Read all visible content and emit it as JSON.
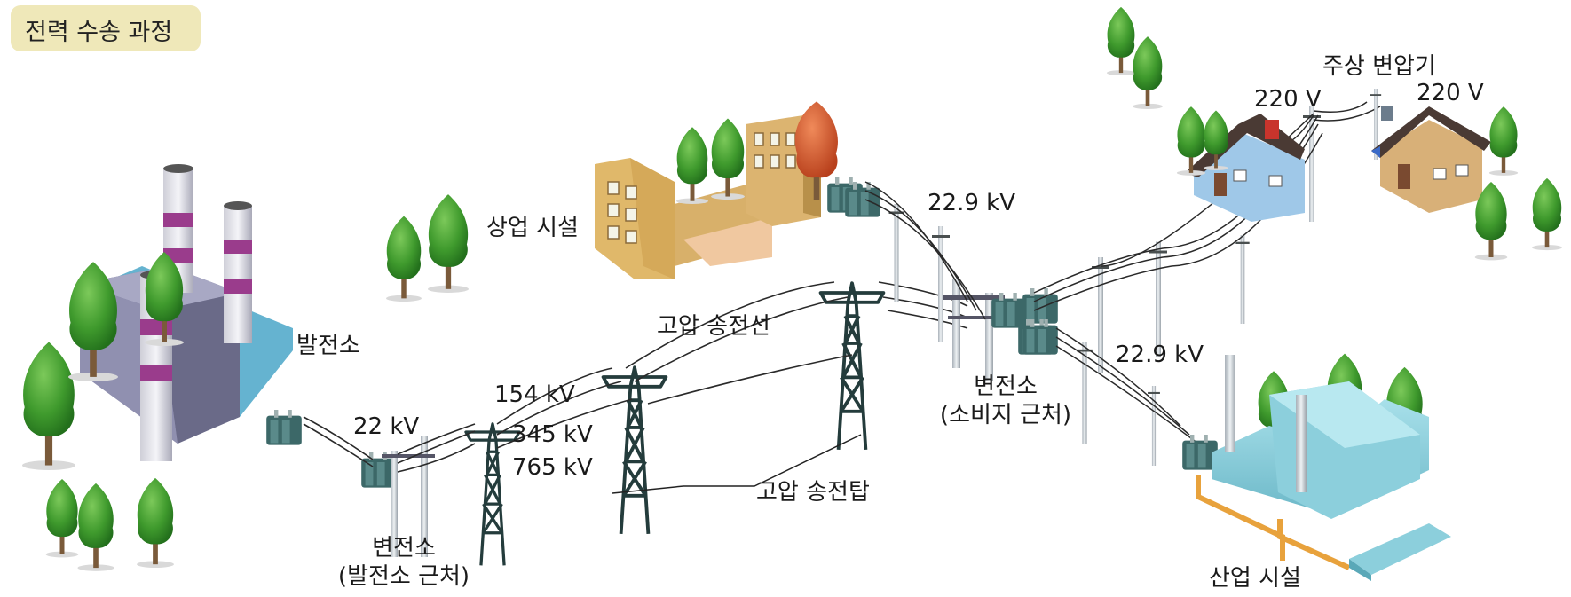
{
  "title": "전력 수송 과정",
  "labels": {
    "power_plant": "발전소",
    "commercial": "상업 시설",
    "hv_line": "고압 송전선",
    "hv_tower": "고압 송전탑",
    "v22": "22 kV",
    "v154": "154 kV",
    "v345": "345 kV",
    "v765": "765 kV",
    "v229_top": "22.9 kV",
    "v229_mid": "22.9 kV",
    "pole_transformer": "주상 변압기",
    "v220_left": "220 V",
    "v220_right": "220 V",
    "sub_plant_l1": "변전소",
    "sub_plant_l2": "(발전소 근처)",
    "sub_consumer_l1": "변전소",
    "sub_consumer_l2": "(소비지 근처)",
    "industrial": "산업 시설"
  },
  "colors": {
    "chip": "#efe8b9",
    "tree": "#3f9a2d",
    "tower": "#243c3c",
    "plant": "#8a8aa6",
    "stripe": "#9a3c8c",
    "house": "#9fc8e8",
    "factory": "#8ccfdc",
    "pipe": "#e8a23c"
  }
}
